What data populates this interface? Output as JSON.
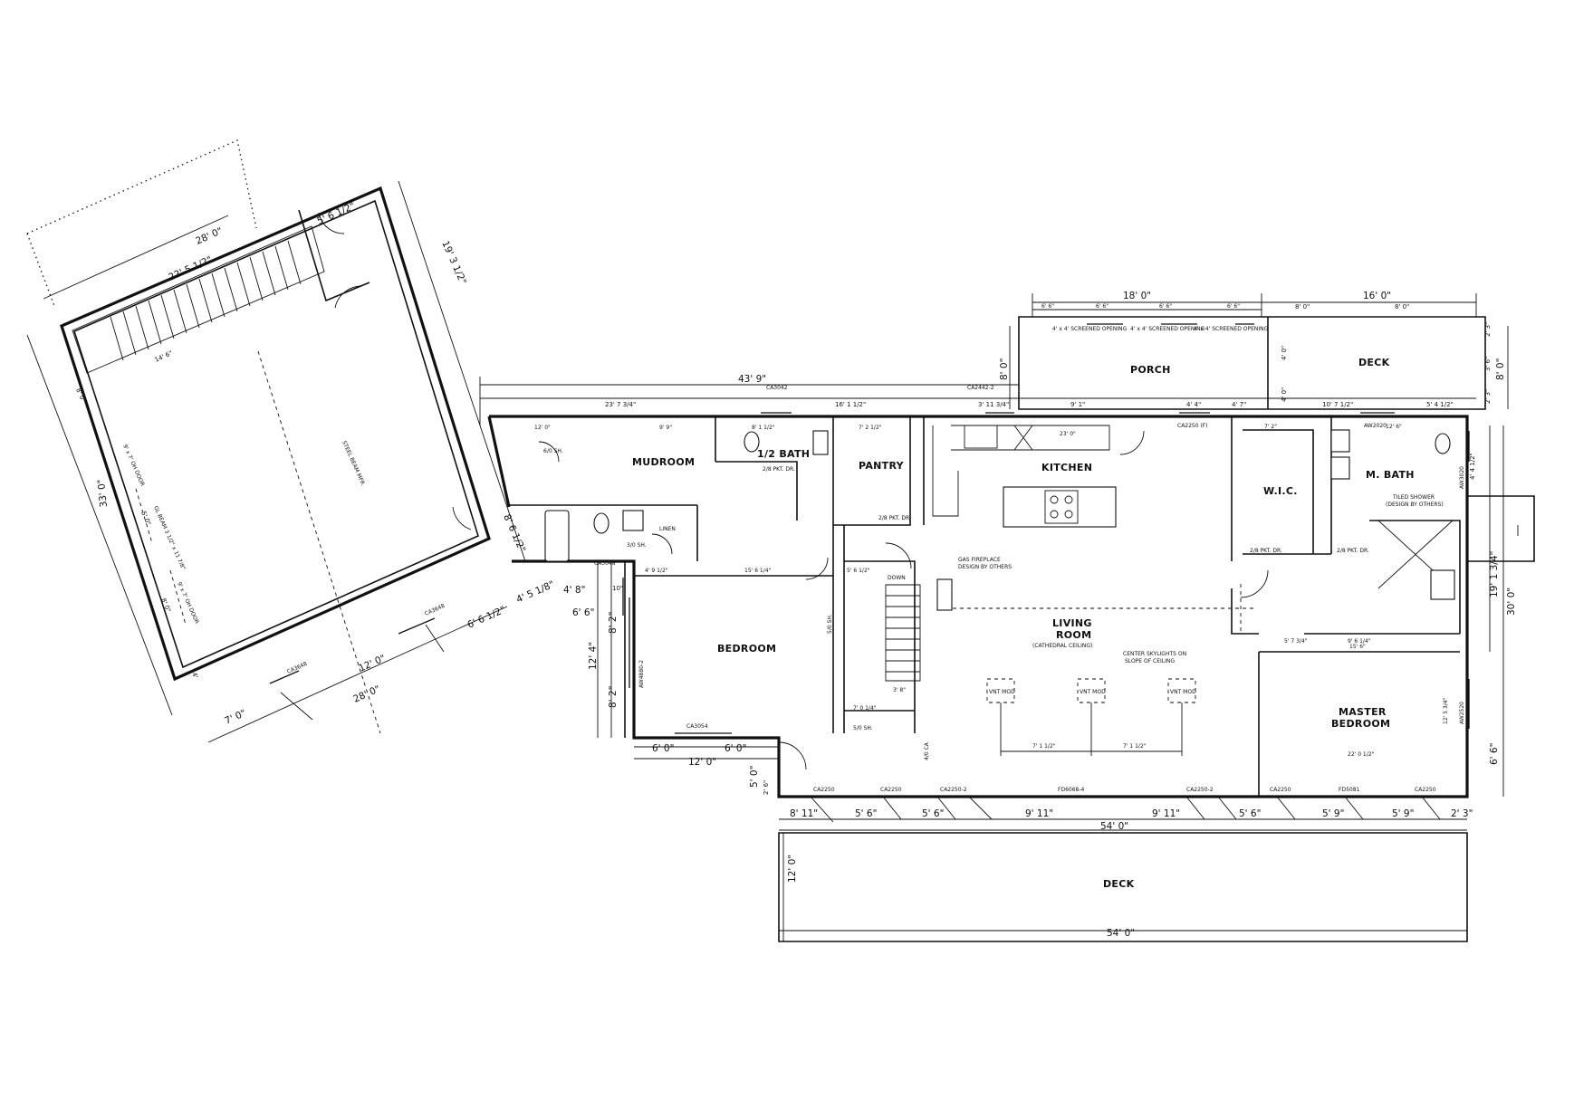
{
  "rooms": {
    "porch": "PORCH",
    "deck_top": "DECK",
    "mudroom": "MUDROOM",
    "half_bath": "1/2 BATH",
    "pantry": "PANTRY",
    "kitchen": "KITCHEN",
    "wic": "W.I.C.",
    "m_bath": "M. BATH",
    "bedroom": "BEDROOM",
    "living_1": "LIVING",
    "living_2": "ROOM",
    "living_sub": "(CATHEDRAL CEILING)",
    "master_1": "MASTER",
    "master_2": "BEDROOM",
    "deck_bottom": "DECK",
    "linen": "LINEN",
    "down": "DOWN"
  },
  "notes": {
    "screened": "4' x 4' SCREENED OPENING",
    "gas_fireplace_1": "GAS FIREPLACE",
    "gas_fireplace_2": "DESIGN BY OTHERS",
    "skylights_1": "CENTER SKYLIGHTS ON",
    "skylights_2": "SLOPE OF CEILING",
    "tiled_shower_1": "TILED SHOWER",
    "tiled_shower_2": "(DESIGN BY OTHERS)",
    "steel_beam": "STEEL BEAM MFR.",
    "ohdoor": "9' x 7' OH DOOR",
    "gl_beam": "GL BEAM 3 1/2\" x 11 7/8\"",
    "ps_1": "2/8 PKT. DR.",
    "ps_2": "2/8 PKT. DR.",
    "ps_3": "2/8 PKT. DR.",
    "ps_4": "2/8 PKT. DR.",
    "sh_1": "6/0 SH.",
    "sh_2": "5/0 SH.",
    "sh_3": "3/0 SH.",
    "sh_4": "5/0 SH.",
    "ec": "4/0 CA",
    "mod_1": "VNT MOD",
    "mod_2": "VNT MOD",
    "mod_3": "VNT MOD",
    "win_ca3042": "CA3042",
    "win_ca2442": "CA2442-2",
    "win_ca2250f": "CA2250 (F)",
    "win_aw2020": "AW2020",
    "win_ca3048": "CA3048",
    "win_ca3648a": "CA3648",
    "win_ca3648b": "CA3648",
    "win_ca3054": "CA3054",
    "win_aw4880": "AW4880-2",
    "win_aw3020": "AW3020",
    "win_aw2520": "AW2520",
    "win_ca2250a": "CA2250",
    "win_ca2250b": "CA2250",
    "win_ca2250c": "CA2250-2",
    "win_fd6068": "FD6068-4",
    "win_ca2250d": "CA2250-2",
    "win_ca2250e": "CA2250",
    "win_fd5081": "FD5081",
    "win_ca2250g": "CA2250"
  },
  "dims": {
    "garage_top": "28' 0\"",
    "garage_stair": "22' 5 1/2\"",
    "garage_entry": "5' 6 1/2\"",
    "garage_right": "19' 3 1/2\"",
    "garage_left": "33' 0\"",
    "garage_bottom": "28' 0\"",
    "garage_bot_a": "12' 0\"",
    "garage_bot_b": "7' 0\"",
    "garage_diag_a": "6' 6 1/2\"",
    "garage_diag_b": "4' 5 1/8\"",
    "garage_diag_c": "8' 6 1/2\"",
    "garage_inner": "14' 6\"",
    "garage_l_a": "8' 0\"",
    "garage_l_b": "5' 0\"",
    "garage_l_c": "8' 0\"",
    "garage_l_d": "4'",
    "porch_total": "18' 0\"",
    "deck_total": "16' 0\"",
    "porch_a": "6' 6\"",
    "porch_b": "6' 6\"",
    "porch_c": "6' 6\"",
    "porch_d": "6' 6\"",
    "deck_a": "8' 0\"",
    "deck_b": "8' 0\"",
    "porch_depth": "8' 0\"",
    "deck_depth": "8' 0\"",
    "deck_r1": "2' 3\"",
    "deck_r2": "3' 6\"",
    "deck_r3": "2' 3\"",
    "porch_d1": "4' 0\"",
    "porch_d2": "4' 0\"",
    "house_top": "43' 9\"",
    "top_a": "23' 7 3/4\"",
    "top_b": "16' 1 1/2\"",
    "top_c": "3' 11 3/4\"",
    "top_d": "9' 1\"",
    "top_e": "4' 4\"",
    "top_f": "4' 7\"",
    "top_g": "10' 7 1/2\"",
    "top_h": "5' 4 1/2\"",
    "mud_w": "12' 0\"",
    "mud_w2": "9' 9\"",
    "bath_w": "8' 1 1/2\"",
    "pantry_w": "7' 2 1/2\"",
    "kitchen_w": "23' 0\"",
    "wic_w": "7' 2\"",
    "mbath_w": "12' 6\"",
    "right_total": "30' 0\"",
    "right_a": "19' 1 3/4\"",
    "right_b": "4' 4 1/2\"",
    "right_c": "6' 6\"",
    "bed_left": "12' 4\"",
    "bed_l1": "8' 2\"",
    "bed_l2": "8' 2\"",
    "bed_bot": "12' 0\"",
    "bed_b1": "6' 0\"",
    "bed_b2": "6' 0\"",
    "bed_w": "15' 6 1/4\"",
    "bed_top": "4' 9 1/2\"",
    "mid_a": "4' 8\"",
    "mid_b": "10\"",
    "mid_c": "6' 6\"",
    "stair_w": "5' 6 1/2\"",
    "stair_b": "7' 0 1/4\"",
    "stair_c": "3' 8\"",
    "liv_a": "7' 1 1/2\"",
    "liv_b": "7' 1 1/2\"",
    "master_w": "22' 0 1/2\"",
    "master_top": "15' 6\"",
    "master_h": "12' 5 3/4\"",
    "wic_b": "5' 7 3/4\"",
    "wic_c": "9' 6 1/4\"",
    "bot_1": "8' 11\"",
    "bot_2": "5' 6\"",
    "bot_3": "5' 6\"",
    "bot_4": "9' 11\"",
    "bot_5": "9' 11\"",
    "bot_6": "5' 6\"",
    "bot_7": "5' 9\"",
    "bot_8": "5' 9\"",
    "bot_9": "2' 3\"",
    "total_54": "54' 0\"",
    "deck_depth_bottom": "12' 0\"",
    "deck_bottom_total": "54' 0\"",
    "front_a": "5' 0\"",
    "front_b": "2' 6\""
  }
}
